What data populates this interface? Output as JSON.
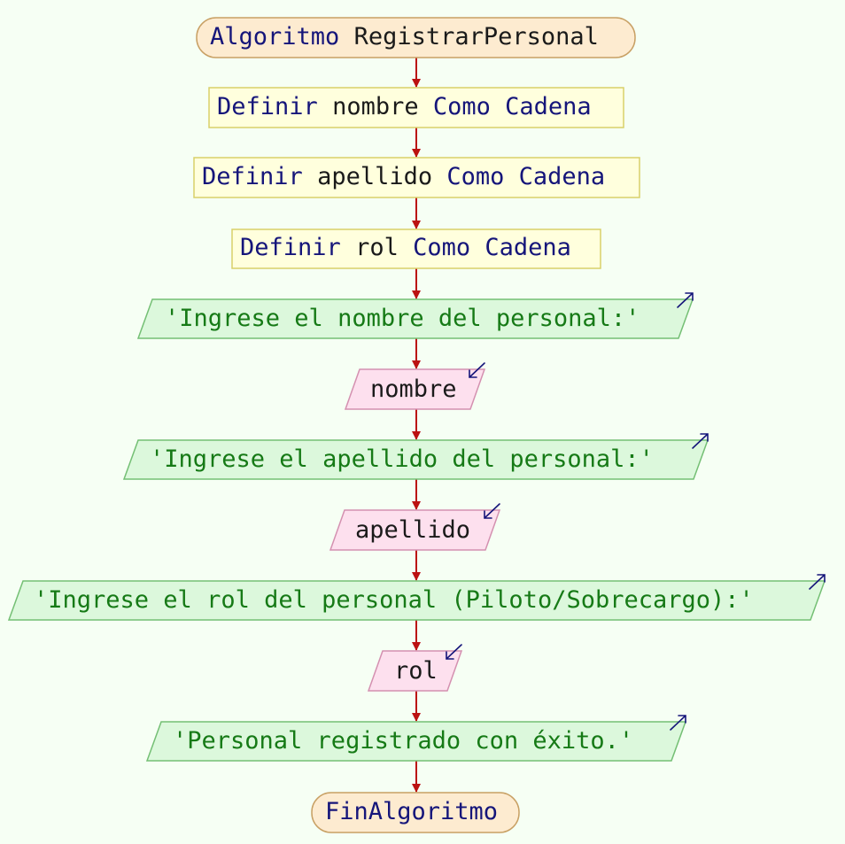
{
  "diagram": {
    "start": {
      "keyword": "Algoritmo",
      "name": "RegistrarPersonal"
    },
    "define_statements": [
      {
        "keyword": "Definir",
        "variable": "nombre",
        "type_keyword": "Como Cadena"
      },
      {
        "keyword": "Definir",
        "variable": "apellido",
        "type_keyword": "Como Cadena"
      },
      {
        "keyword": "Definir",
        "variable": "rol",
        "type_keyword": "Como Cadena"
      }
    ],
    "outputs": [
      {
        "text": "'Ingrese el nombre del personal:'"
      },
      {
        "text": "'Ingrese el apellido del personal:'"
      },
      {
        "text": "'Ingrese el rol del personal (Piloto/Sobrecargo):'"
      },
      {
        "text": "'Personal registrado con éxito.'"
      }
    ],
    "inputs": [
      {
        "variable": "nombre"
      },
      {
        "variable": "apellido"
      },
      {
        "variable": "rol"
      }
    ],
    "end": {
      "keyword": "FinAlgoritmo"
    }
  },
  "colors": {
    "background": "#f6fff4",
    "terminal_fill": "#fdebd0",
    "terminal_stroke": "#c8a064",
    "process_fill": "#ffffdd",
    "process_stroke": "#d8d06a",
    "output_fill": "#dcf8dc",
    "output_stroke": "#74bf74",
    "input_fill": "#fde0ee",
    "input_stroke": "#d490b0",
    "connector": "#bb1111",
    "keyword_text": "#15157a",
    "string_text": "#167a16",
    "io_arrow": "#15157a"
  }
}
